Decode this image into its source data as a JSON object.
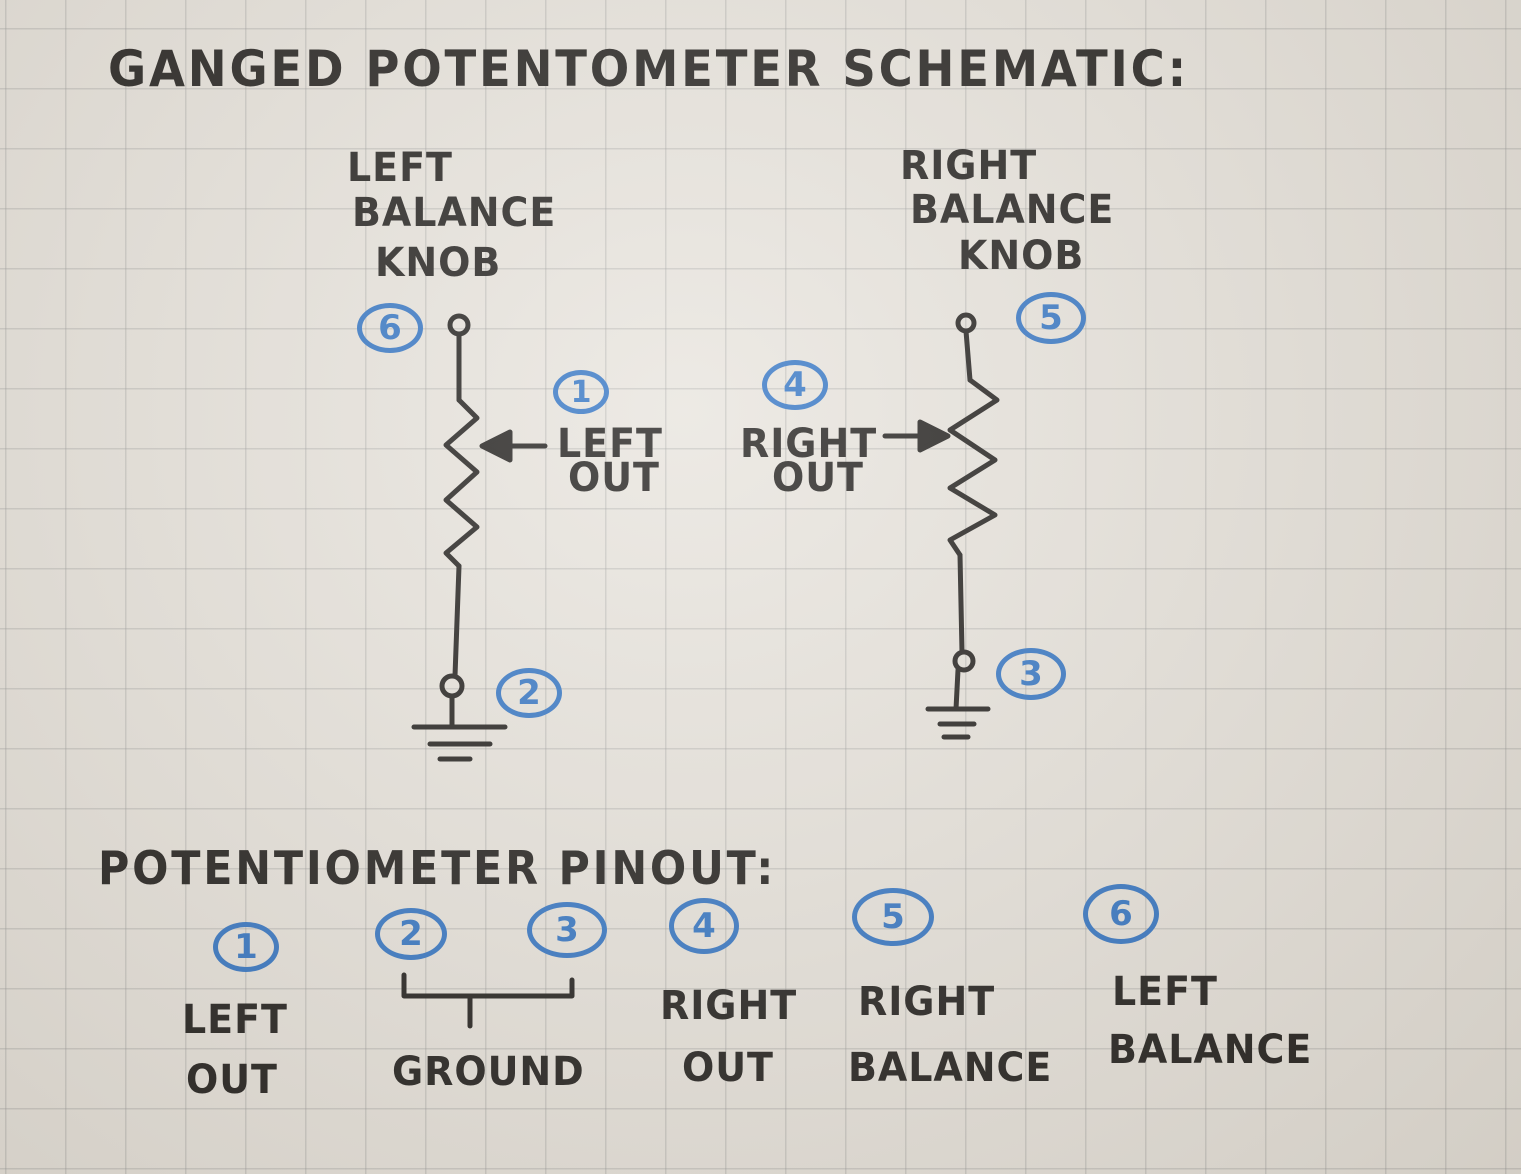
{
  "title": "GANGED POTENTOMETER SCHEMATIC:",
  "left_pot": {
    "knob_label": [
      "LEFT",
      "BALANCE",
      "KNOB"
    ],
    "out_label": [
      "LEFT",
      "OUT"
    ]
  },
  "right_pot": {
    "knob_label": [
      "RIGHT",
      "BALANCE",
      "KNOB"
    ],
    "out_label": [
      "RIGHT",
      "OUT"
    ]
  },
  "pins": {
    "p1": "1",
    "p2": "2",
    "p3": "3",
    "p4": "4",
    "p5": "5",
    "p6": "6"
  },
  "pinout": {
    "title": "POTENTIOMETER PINOUT:",
    "numbers": [
      "1",
      "2",
      "3",
      "4",
      "5",
      "6"
    ],
    "labels": [
      [
        "LEFT",
        "OUT"
      ],
      [
        "GROUND"
      ],
      [
        "RIGHT",
        "OUT"
      ],
      [
        "RIGHT",
        "BALANCE"
      ],
      [
        "LEFT",
        "BALANCE"
      ]
    ]
  },
  "colors": {
    "ink": "#171513",
    "pin_circle": "#2a6fc2",
    "paper": "#e7e3dc"
  }
}
